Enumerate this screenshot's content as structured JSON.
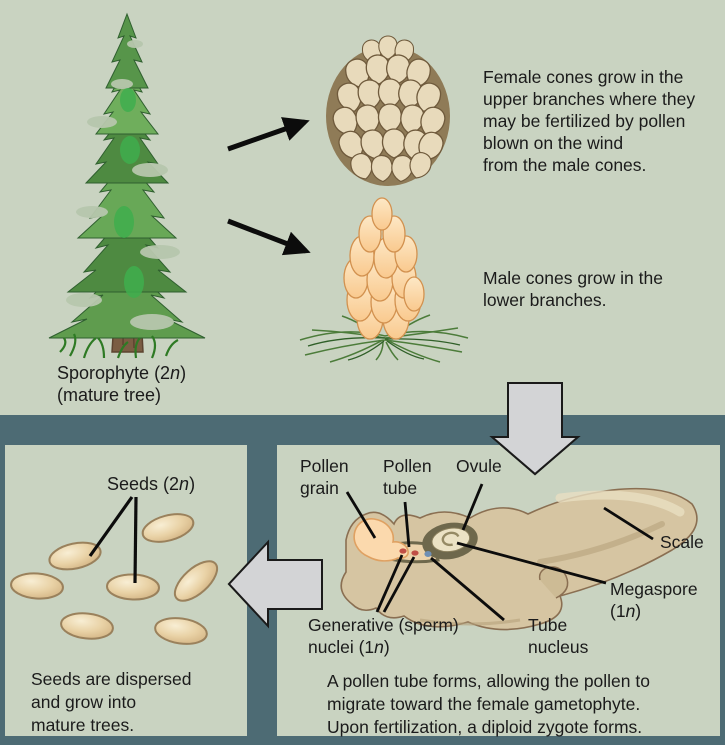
{
  "colors": {
    "bg": "#c9d3c1",
    "teal": "#4d6b74",
    "arrow-gray": "#d3d4d6",
    "text": "#1b1b1b",
    "seed-fill": "#ecd9b2",
    "seed-edge": "#9a815c",
    "scale-fill": "#d6c5a2",
    "pollen-fill": "#fbd9ad",
    "sperm-red": "#c14f46",
    "tube-blue": "#6f8fb4"
  },
  "top_section": {
    "female_cone_text": {
      "lines": [
        "Female cones grow in the",
        "upper branches where they",
        "may be fertilized by pollen",
        "blown on the wind",
        "from the male cones."
      ]
    },
    "male_cone_text": {
      "lines": [
        "Male cones grow in the",
        "lower branches."
      ]
    },
    "sporophyte_label": {
      "pre": "Sporophyte (2",
      "it": "n",
      "post": ")",
      "line2": "(mature tree)"
    }
  },
  "seeds_panel": {
    "label": {
      "pre": "Seeds (2",
      "it": "n",
      "post": ")"
    },
    "caption_lines": [
      "Seeds are dispersed",
      "and grow into",
      "mature trees."
    ]
  },
  "pollination_panel": {
    "labels": {
      "pollen_grain_line1": "Pollen",
      "pollen_grain_line2": "grain",
      "pollen_tube_line1": "Pollen",
      "pollen_tube_line2": "tube",
      "ovule": "Ovule",
      "scale": "Scale",
      "megaspore_line1": "Megaspore",
      "megaspore_pre": "(1",
      "megaspore_it": "n",
      "megaspore_post": ")",
      "generative_line1": "Generative (sperm)",
      "generative_pre": "nuclei (1",
      "generative_it": "n",
      "generative_post": ")",
      "tube_nucleus_line1": "Tube",
      "tube_nucleus_line2": "nucleus"
    },
    "caption_lines": [
      "A pollen tube forms, allowing the pollen to",
      "migrate toward the female gametophyte.",
      "Upon fertilization, a diploid zygote forms."
    ]
  }
}
